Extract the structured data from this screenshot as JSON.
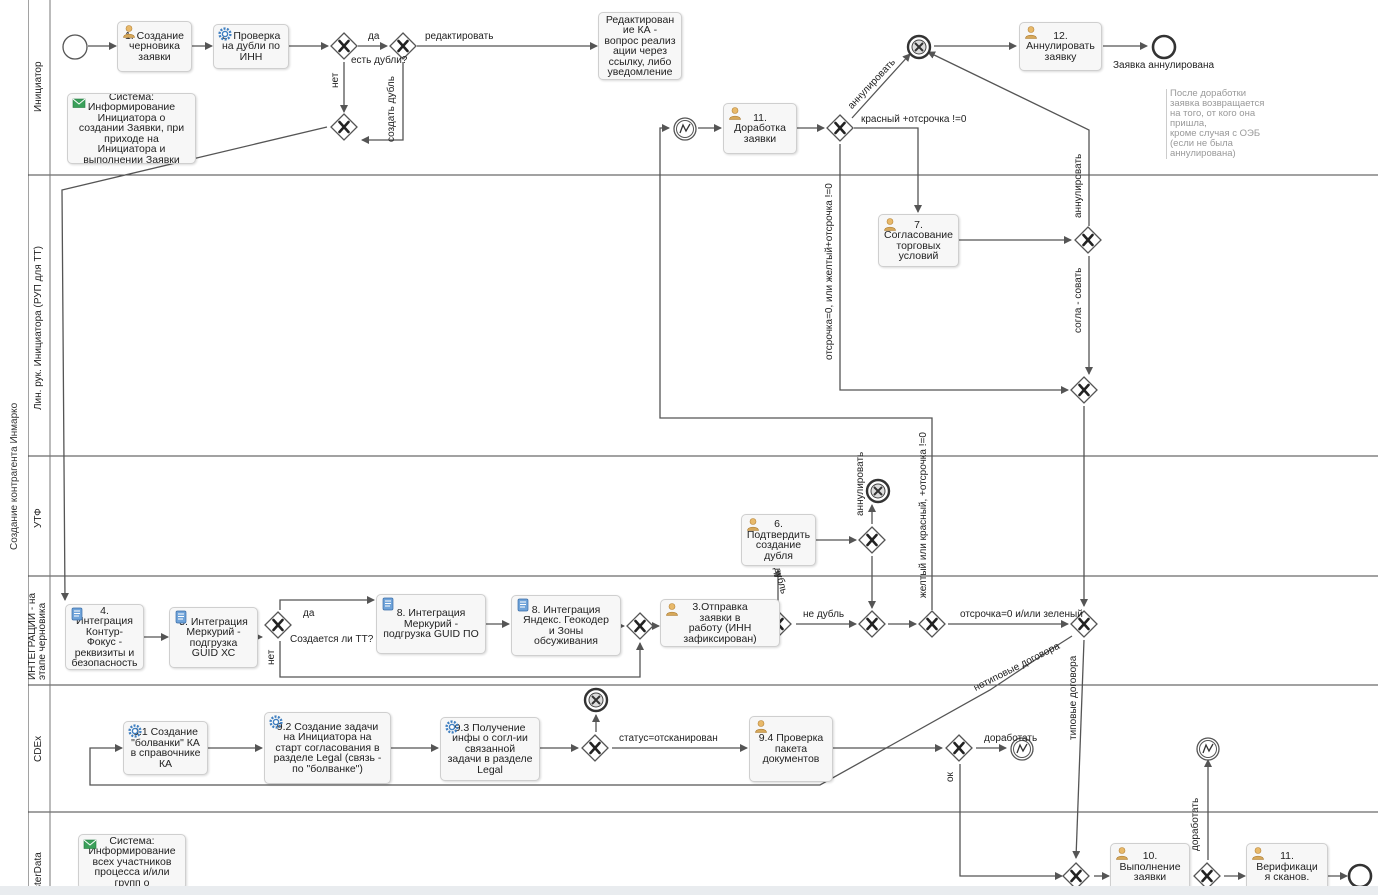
{
  "pool": {
    "title": "Создание контрагента Инмарко"
  },
  "lanes": [
    {
      "label": "Инициатор"
    },
    {
      "label": "Лин. рук. Инициатора (РУП для ТТ)"
    },
    {
      "label": "УТФ"
    },
    {
      "label": "ИНТЕГРАЦИИ - на этапе черновика"
    },
    {
      "label": "CDEx"
    },
    {
      "label": "sterData"
    }
  ],
  "tasks": [
    {
      "id": "t1",
      "label": "1. Создание\nчерновика\nзаявки",
      "icon": "user-icon"
    },
    {
      "id": "t2",
      "label": "2. Проверка\nна дубли по\nИНН",
      "icon": "gear-icon"
    },
    {
      "id": "t_edit",
      "label": "Редактирован\nие КА -\nвопрос реализ\nации через\nссылку, либо\nуведомление",
      "icon": ""
    },
    {
      "id": "t12",
      "label": "12.\nАннулировать\nзаявку",
      "icon": "user-icon"
    },
    {
      "id": "t_sys1",
      "label": "Система:\nИнформирование\nИнициатора о\nсоздании Заявки, при\nприходе на\nИнициатора и\nвыполнении Заявки",
      "icon": "mail-icon"
    },
    {
      "id": "t11a",
      "label": "11.\nДоработка\nзаявки",
      "icon": "user-icon"
    },
    {
      "id": "t7",
      "label": "7.\nСогласование\nторговых\nусловий",
      "icon": "user-icon"
    },
    {
      "id": "t6",
      "label": "6.\nПодтвердить\nсоздание\nдубля",
      "icon": "user-icon"
    },
    {
      "id": "t4",
      "label": "4.\nИнтеграция\nКонтур-\nФокус -\nреквизиты и\nбезопасность",
      "icon": "script-icon"
    },
    {
      "id": "t5",
      "label": "5. Интеграция\nМеркурий -\nподгрузка\nGUID ХС",
      "icon": "script-icon"
    },
    {
      "id": "t8a",
      "label": "8. Интеграция\nМеркурий -\nподгрузка GUID ПО",
      "icon": "script-icon"
    },
    {
      "id": "t8b",
      "label": "8. Интеграция\nЯндекс. Геокодер\nи Зоны\nобсуживания",
      "icon": "script-icon"
    },
    {
      "id": "t3",
      "label": "3.Отправка\nзаявки в\nработу (ИНН\nзафиксирован)",
      "icon": "user-icon"
    },
    {
      "id": "t91",
      "label": "9.1 Создание\n\"болванки\" КА\nв справочнике\nКА",
      "icon": "gear-icon"
    },
    {
      "id": "t92",
      "label": "9.2 Создание задачи\nна Инициатора на\nстарт согласования в\nразделе Legal (связь -\nпо \"болванке\")",
      "icon": "gear-icon"
    },
    {
      "id": "t93",
      "label": "9.3 Получение\nинфы о согл-ии\nсвязанной\nзадачи в разделе\nLegal",
      "icon": "gear-icon"
    },
    {
      "id": "t94",
      "label": "9.4 Проверка\nпакета\nдокументов",
      "icon": "user-icon"
    },
    {
      "id": "t_sys2",
      "label": "Система:\nИнформирование\nвсех участников\nпроцесса и/или\nгрупп о",
      "icon": "mail-icon"
    },
    {
      "id": "t10",
      "label": "10.\nВыполнение\nзаявки",
      "icon": "user-icon"
    },
    {
      "id": "t11b",
      "label": "11.\nВерификаци\nя сканов.",
      "icon": "user-icon"
    }
  ],
  "note": "После доработки\nзаявка возвращается\nна того, от кого она\nпришла,\nкроме случая с ОЭБ\n(если не была\nаннулирована)",
  "labels": {
    "da1": "да",
    "dubli": "есть дубли?",
    "redakt": "редактировать",
    "net1": "нет",
    "sozdat_dubl": "создать дубль",
    "end_label": "Заявка аннулирована",
    "annul1": "аннулировать",
    "red_otsr": "красный +отсрочка !=0",
    "otsr_long": "отсрочка=0, или  желтый+отсрочка !=0",
    "annul2": "аннулировать",
    "soglas": "согла - совать",
    "annul3": "аннулировать",
    "yellow_red": "желтый или красный, +отсрочка !=0",
    "dubl": "дубль",
    "ne_dubl": "не дубль",
    "otsr_green": "отсрочка=0 и/или зеленый",
    "da2": "да",
    "sozd_tt": "Создается ли ТТ?",
    "net2": "нет",
    "netip": "нетиповые договора",
    "tip": "типовые договора",
    "status": "статус=отсканирован",
    "dorab1": "доработать",
    "ok": "ок",
    "dorab2": "доработать"
  },
  "colors": {
    "lane_line": "#444444",
    "flow": "#555555",
    "task_bg": "#f7f7f7",
    "note_text": "#999999"
  },
  "icon_names": [
    "user-icon",
    "gear-icon",
    "script-icon",
    "mail-icon",
    "gateway-x-icon",
    "cancel-end-icon",
    "link-event-icon",
    "start-event-icon",
    "end-event-icon"
  ]
}
